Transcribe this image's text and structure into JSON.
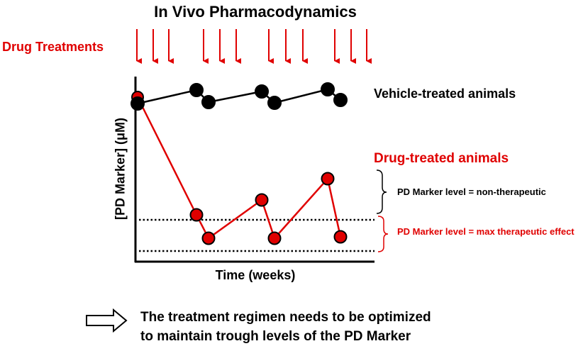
{
  "title": "In Vivo Pharmacodynamics",
  "drug_treatments_label": "Drug Treatments",
  "axes": {
    "xlabel": "Time (weeks)",
    "ylabel": "[PD Marker] (μM)"
  },
  "series": {
    "vehicle": {
      "name": "Vehicle-treated animals",
      "color": "#000000"
    },
    "drug": {
      "name": "Drug-treated animals",
      "color": "#e00000"
    }
  },
  "brackets": {
    "nontherapeutic": "PD Marker level = non-therapeutic",
    "max_therapeutic": "PD Marker level = max therapeutic effect"
  },
  "conclusion": {
    "line1": "The treatment regimen needs to be optimized",
    "line2": "to maintain trough levels of the PD Marker"
  },
  "colors": {
    "drug": "#e00000",
    "vehicle": "#000000"
  },
  "icons": {
    "conclusion_arrow": "hollow-right-arrow-icon"
  }
}
